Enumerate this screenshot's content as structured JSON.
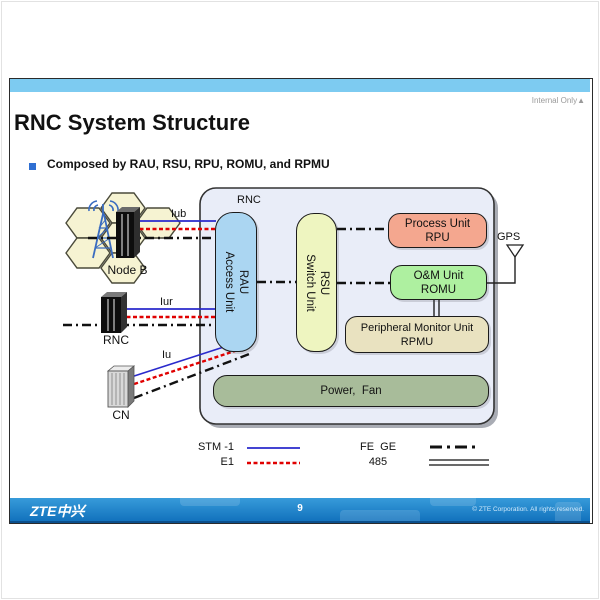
{
  "meta": {
    "classification": "Internal Only",
    "classification_mark": "▲"
  },
  "header": {
    "title": "RNC System Structure",
    "bullet": "Composed by RAU, RSU, RPU, ROMU, and RPMU"
  },
  "diagram": {
    "container_label": "RNC",
    "rau": {
      "abbr": "RAU",
      "name": "Access Unit"
    },
    "rsu": {
      "abbr": "RSU",
      "name": "Switch Unit"
    },
    "rpu": {
      "name": "Process Unit",
      "abbr": "RPU"
    },
    "romu": {
      "name": "O&M Unit",
      "abbr": "ROMU"
    },
    "rpmu": {
      "name": "Peripheral Monitor Unit",
      "abbr": "RPMU"
    },
    "power_fan": "Power,  Fan",
    "gps_label": "GPS",
    "node_b_label": "Node B",
    "rnc_label": "RNC",
    "cn_label": "CN",
    "iub_label": "Iub",
    "iur_label": "Iur",
    "iu_label": "Iu"
  },
  "legend": {
    "stm1": "STM -1",
    "e1": "E1",
    "fe_ge": "FE  GE",
    "r485": "485"
  },
  "footer": {
    "logo": "ZTE中兴",
    "page_number": "9",
    "copyright": "© ZTE Corporation. All rights reserved."
  },
  "colors": {
    "topbar": "#7dcbf1",
    "title": "#1583d6",
    "container_fill": "#e9edf8",
    "rau_fill": "#abd6f2",
    "rsu_fill": "#eef5c0",
    "rpu_fill": "#f4a78f",
    "romu_fill": "#aef0a0",
    "rpmu_fill": "#e9e2c0",
    "power_fill": "#a8bc9a",
    "stm1_line": "#2a2acc",
    "e1_line": "#e00000",
    "fege_line": "#111111",
    "footer_bar": "#1272bd"
  }
}
